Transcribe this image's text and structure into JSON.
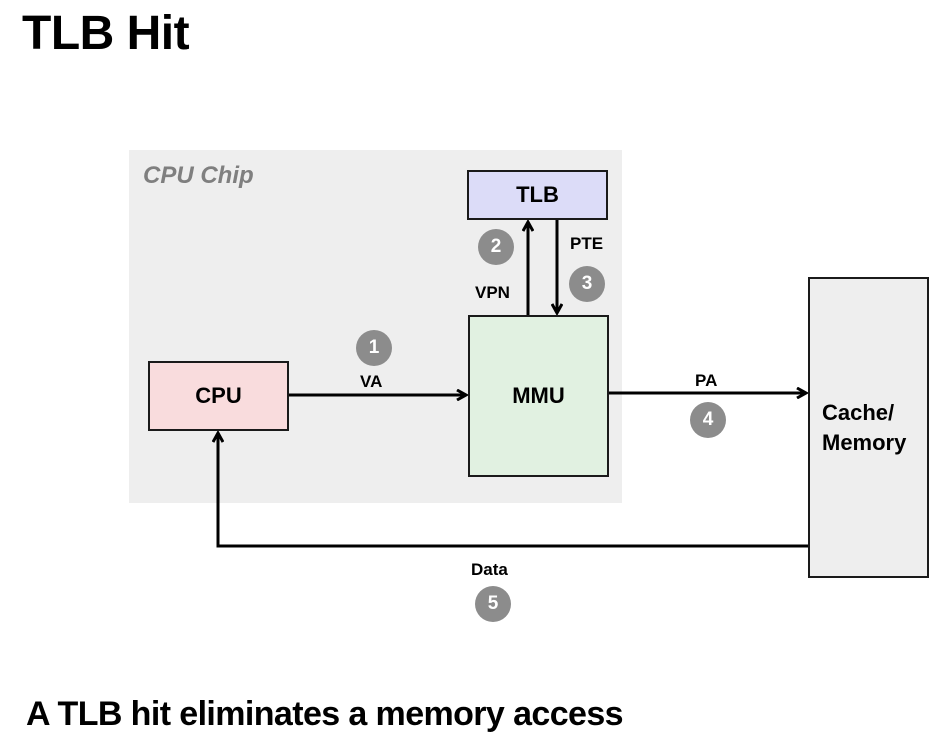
{
  "title": "TLB Hit",
  "subtitle": "A TLB hit eliminates a memory access",
  "chip": {
    "label": "CPU Chip"
  },
  "components": {
    "tlb": "TLB",
    "mmu": "MMU",
    "cpu": "CPU",
    "memory": "Cache/\nMemory"
  },
  "memory_lines": [
    "Cache/",
    "Memory"
  ],
  "edges": [
    {
      "from": "CPU",
      "to": "MMU",
      "label": "VA",
      "step": "1"
    },
    {
      "from": "MMU",
      "to": "TLB",
      "label": "VPN",
      "step": "2"
    },
    {
      "from": "TLB",
      "to": "MMU",
      "label": "PTE",
      "step": "3"
    },
    {
      "from": "MMU",
      "to": "Cache/Memory",
      "label": "PA",
      "step": "4"
    },
    {
      "from": "Cache/Memory",
      "to": "CPU",
      "label": "Data",
      "step": "5"
    }
  ],
  "colors": {
    "chip_bg": "#eeeeee",
    "chip_label": "#7f7f7f",
    "tlb_fill": "#dcdcf8",
    "mmu_fill": "#e1f1e1",
    "cpu_fill": "#f9dcdd",
    "memory_fill": "#eeeeee",
    "step_badge": "#8c8c8c"
  }
}
